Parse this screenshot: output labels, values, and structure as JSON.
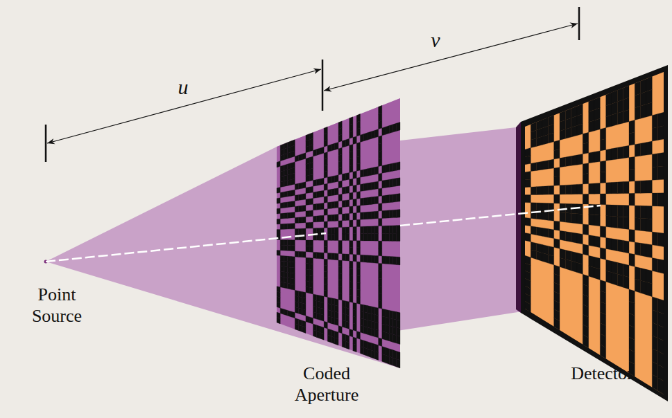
{
  "diagram": {
    "labels": [
      "u",
      "v",
      "Point Source",
      "Coded Aperture",
      "Detector"
    ]
  }
}
